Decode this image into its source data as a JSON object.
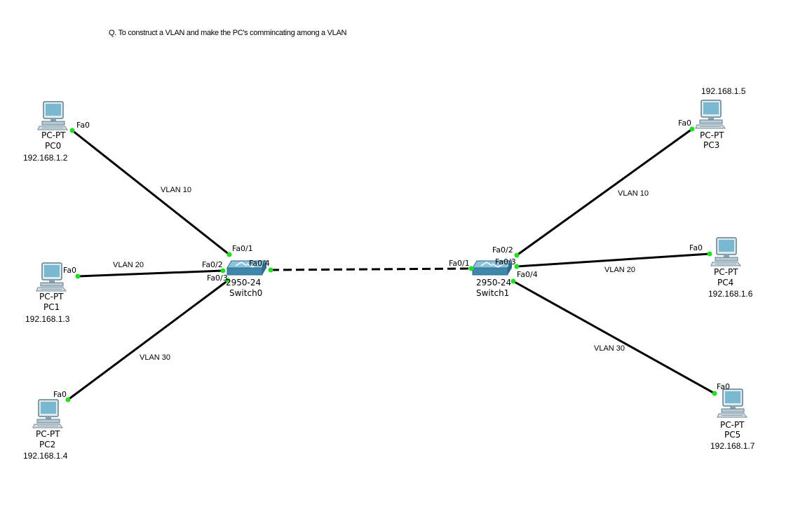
{
  "title": "Q. To construct a VLAN and make the PC's commincating among a VLAN",
  "colors": {
    "link": "#000000",
    "port_up": "#22dd22",
    "switch": "#3f86ad",
    "pc_screen": "#7ab8d0",
    "pc_frame": "#5f7f8f"
  },
  "switches": [
    {
      "id": "sw0",
      "model": "2950-24",
      "name": "Switch0",
      "icon": "switch-icon"
    },
    {
      "id": "sw1",
      "model": "2950-24",
      "name": "Switch1",
      "icon": "switch-icon"
    }
  ],
  "pcs": [
    {
      "id": "pc0",
      "type": "PC-PT",
      "name": "PC0",
      "ip": "192.168.1.2",
      "port": "Fa0",
      "icon": "pc-icon"
    },
    {
      "id": "pc1",
      "type": "PC-PT",
      "name": "PC1",
      "ip": "192.168.1.3",
      "port": "Fa0",
      "icon": "pc-icon"
    },
    {
      "id": "pc2",
      "type": "PC-PT",
      "name": "PC2",
      "ip": "192.168.1.4",
      "port": "Fa0",
      "icon": "pc-icon"
    },
    {
      "id": "pc3",
      "type": "PC-PT",
      "name": "PC3",
      "ip": "192.168.1.5",
      "port": "Fa0",
      "icon": "pc-icon"
    },
    {
      "id": "pc4",
      "type": "PC-PT",
      "name": "PC4",
      "ip": "192.168.1.6",
      "port": "Fa0",
      "icon": "pc-icon"
    },
    {
      "id": "pc5",
      "type": "PC-PT",
      "name": "PC5",
      "ip": "192.168.1.7",
      "port": "Fa0",
      "icon": "pc-icon"
    }
  ],
  "links": [
    {
      "from": "pc0",
      "to": "sw0",
      "switch_port": "Fa0/1",
      "vlan": "VLAN 10",
      "style": "solid"
    },
    {
      "from": "pc1",
      "to": "sw0",
      "switch_port": "Fa0/2",
      "vlan": "VLAN 20",
      "style": "solid"
    },
    {
      "from": "pc2",
      "to": "sw0",
      "switch_port": "Fa0/3",
      "vlan": "VLAN 30",
      "style": "solid"
    },
    {
      "from": "sw0",
      "to": "sw1",
      "from_port": "Fa0/4",
      "to_port": "Fa0/1",
      "style": "dashed"
    },
    {
      "from": "sw1",
      "to": "pc3",
      "switch_port": "Fa0/2",
      "vlan": "VLAN 10",
      "style": "solid"
    },
    {
      "from": "sw1",
      "to": "pc4",
      "switch_port": "Fa0/3",
      "vlan": "VLAN 20",
      "style": "solid"
    },
    {
      "from": "sw1",
      "to": "pc5",
      "switch_port": "Fa0/4",
      "vlan": "VLAN 30",
      "style": "solid"
    }
  ]
}
